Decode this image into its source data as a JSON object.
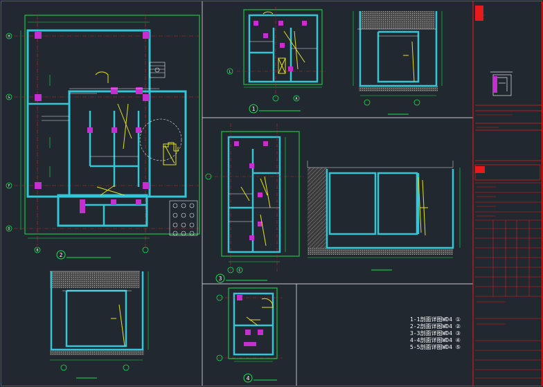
{
  "sheet": {
    "views": [
      {
        "number": "1"
      },
      {
        "number": "2"
      },
      {
        "number": "3"
      },
      {
        "number": "4"
      }
    ],
    "grid_axes": [
      "H",
      "G",
      "F",
      "D",
      "B",
      "L",
      "C",
      "A"
    ],
    "legend": [
      {
        "text": "1-1剖面详图WD4",
        "num": "①"
      },
      {
        "text": "2-2剖面详图WD4",
        "num": "②"
      },
      {
        "text": "3-3剖面详图WD4",
        "num": "③"
      },
      {
        "text": "4-4剖面详图WD4",
        "num": "④"
      },
      {
        "text": "5-5剖面详图WD4",
        "num": "⑤"
      }
    ],
    "colors": {
      "background": "#212830",
      "wall": "#33c6d6",
      "frame": "#19e34a",
      "border": "#e81b1b",
      "dim": "#e8e8e8",
      "column": "#c52fd0",
      "pipe": "#e5e21c",
      "grid_line": "#d6252a",
      "hatch": "#8a8a8a"
    }
  }
}
